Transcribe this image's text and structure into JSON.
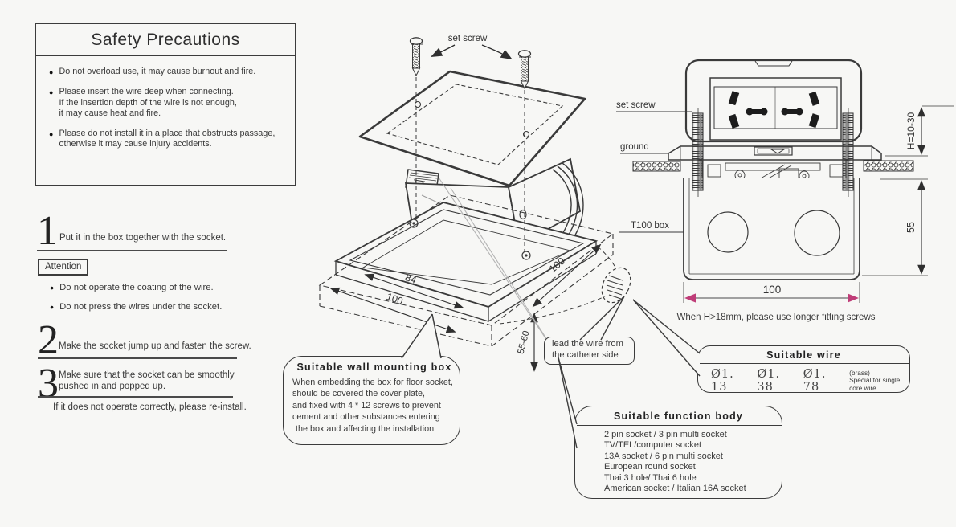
{
  "safety": {
    "title": "Safety Precautions",
    "items": [
      {
        "lines": [
          "Do not overload use,  it may cause burnout and fire."
        ]
      },
      {
        "lines": [
          "Please insert the wire deep when connecting.",
          "If the insertion depth of the wire is not enough,",
          "it may cause heat and fire."
        ]
      },
      {
        "lines": [
          "Please do not install it in a place that obstructs passage,",
          "otherwise it may cause injury accidents."
        ]
      }
    ]
  },
  "steps": [
    {
      "num": "1",
      "lines": [
        "Put it in the box together with the socket."
      ]
    },
    {
      "num": "2",
      "lines": [
        "Make the socket jump up and fasten the screw."
      ]
    },
    {
      "num": "3",
      "lines": [
        "Make sure that the socket can be smoothly",
        "pushed in and popped up."
      ],
      "note": "If it does not operate correctly, please re-install."
    }
  ],
  "attention": {
    "label": "Attention",
    "items": [
      "Do not operate the coating of the wire.",
      "Do not press the wires under the socket."
    ]
  },
  "center": {
    "set_screw": "set screw",
    "d84": "84",
    "d100_left": "100",
    "d100_right": "100",
    "d55_60": "55-60"
  },
  "right": {
    "set_screw": "set screw",
    "ground": "ground",
    "t100": "T100 box",
    "h": "H=10-30",
    "d55": "55",
    "d100": "100",
    "note": "When H>18mm, please use longer fitting screws"
  },
  "callouts": {
    "wall_box": {
      "title": "Suitable wall mounting box",
      "lines": [
        "When embedding the box for floor socket,",
        "should be covered the cover plate,",
        "and fixed with 4 * 12 screws  to prevent",
        "cement and other substances entering",
        "the box and affecting the installation"
      ]
    },
    "lead_wire": {
      "lines": [
        "lead the wire from",
        "the catheter side"
      ]
    },
    "function_body": {
      "title": "Suitable function body",
      "lines": [
        "2 pin socket  /  3 pin multi socket",
        "TV/TEL/computer socket",
        "13A socket / 6 pin multi socket",
        "European round socket",
        "Thai 3 hole/  Thai 6 hole",
        "American socket / Italian 16A socket"
      ]
    },
    "wire": {
      "title": "Suitable wire",
      "sizes": [
        "Ø1. 13",
        "Ø1. 38",
        "Ø1. 78"
      ],
      "note_lines": [
        "(brass)",
        "Special for single core wire"
      ]
    }
  },
  "colors": {
    "line": "#3a3a3a",
    "pink_arrow": "#bf3d78",
    "bg": "#f7f7f5"
  }
}
